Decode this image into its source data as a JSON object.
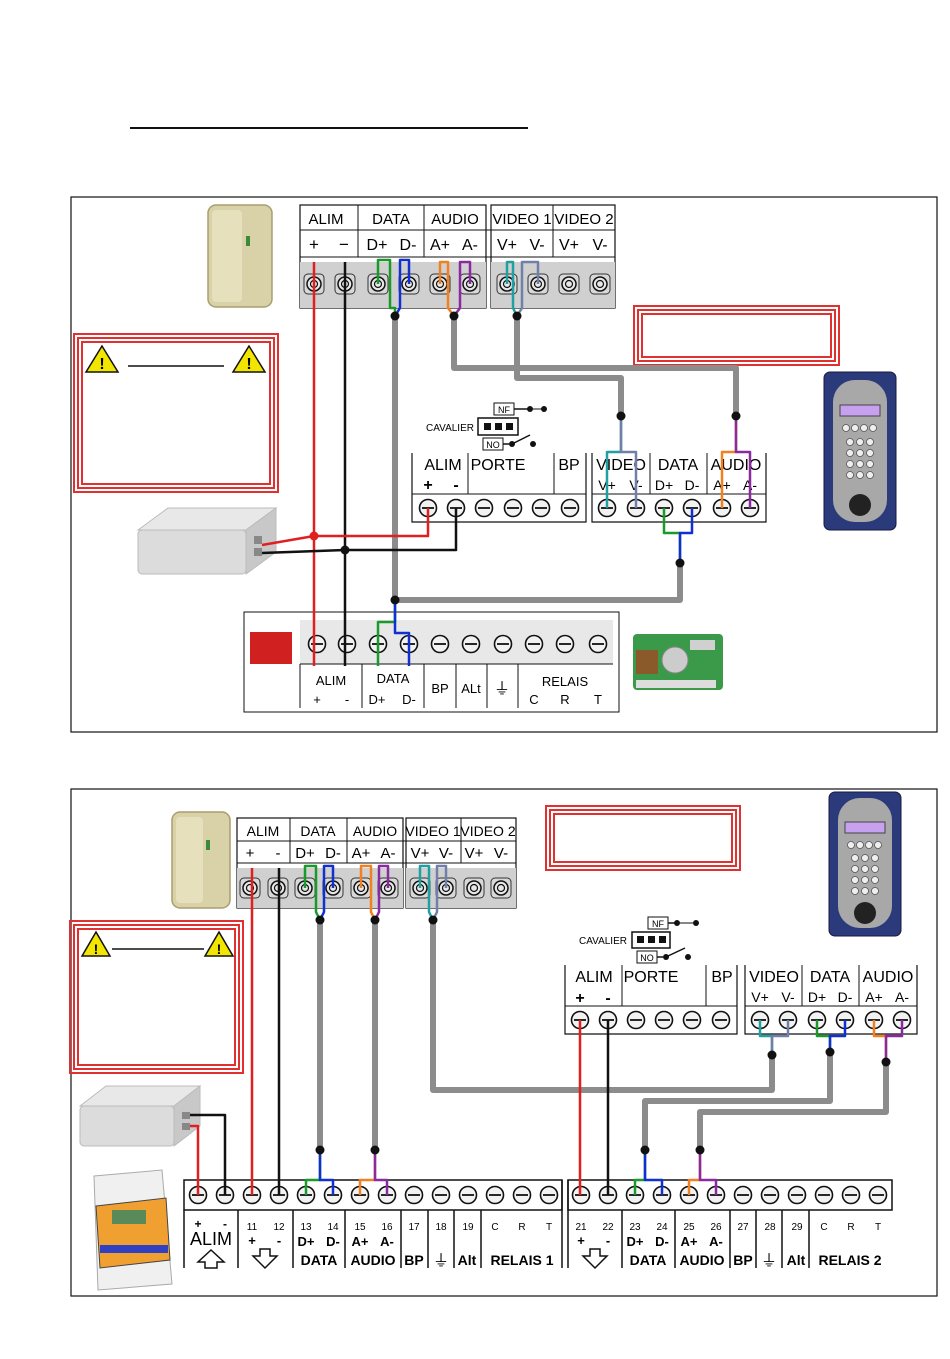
{
  "colors": {
    "red": "#e02020",
    "black": "#111111",
    "green": "#1a9a2a",
    "blue": "#1030d0",
    "orange": "#f08020",
    "purple": "#8a2aa0",
    "teal": "#20a0a0",
    "slate": "#7080a8",
    "grey": "#8c8c8c",
    "warn_red": "#e03030",
    "warn_yellow": "#f2e600"
  },
  "diagram1": {
    "bus": {
      "groups": [
        "ALIM",
        "DATA",
        "AUDIO",
        "VIDEO 1",
        "VIDEO 2"
      ],
      "signs": [
        "+",
        "−",
        "D+",
        "D-",
        "A+",
        "A-",
        "V+",
        "V-",
        "V+",
        "V-"
      ]
    },
    "cavalier": {
      "label": "CAVALIER",
      "nf": "NF",
      "no": "NO"
    },
    "module": {
      "groups": [
        "ALIM",
        "PORTE",
        "BP"
      ],
      "signs": [
        "+",
        "-"
      ]
    },
    "panel_block": {
      "groups": [
        "VIDEO",
        "DATA",
        "AUDIO"
      ],
      "signs": [
        "V+",
        "V-",
        "D+",
        "D-",
        "A+",
        "A-"
      ]
    },
    "controller": {
      "groups": [
        "ALIM",
        "DATA",
        "BP",
        "ALt",
        "RELAIS"
      ],
      "signs": [
        "+",
        "-",
        "D+",
        "D-",
        "C",
        "R",
        "T"
      ]
    }
  },
  "diagram2": {
    "bus": {
      "groups": [
        "ALIM",
        "DATA",
        "AUDIO",
        "VIDEO 1",
        "VIDEO 2"
      ],
      "signs": [
        "+",
        "-",
        "D+",
        "D-",
        "A+",
        "A-",
        "V+",
        "V-",
        "V+",
        "V-"
      ]
    },
    "cavalier": {
      "label": "CAVALIER",
      "nf": "NF",
      "no": "NO"
    },
    "module": {
      "groups": [
        "ALIM",
        "PORTE",
        "BP"
      ],
      "signs": [
        "+",
        "-"
      ]
    },
    "panel_block": {
      "groups": [
        "VIDEO",
        "DATA",
        "AUDIO"
      ],
      "signs": [
        "V+",
        "V-",
        "D+",
        "D-",
        "A+",
        "A-"
      ]
    },
    "central": {
      "numbers": [
        "11",
        "12",
        "13",
        "14",
        "15",
        "16",
        "17",
        "18",
        "19",
        "C",
        "R",
        "T",
        "21",
        "22",
        "23",
        "24",
        "25",
        "26",
        "27",
        "28",
        "29",
        "C",
        "R",
        "T"
      ],
      "signs": [
        "+",
        "-",
        "+",
        "-",
        "D+",
        "D-",
        "A+",
        "A-",
        "+",
        "-",
        "D+",
        "D-",
        "A+",
        "A-"
      ],
      "groups": [
        "ALIM",
        "DATA",
        "AUDIO",
        "BP",
        "Alt",
        "RELAIS 1",
        "DATA",
        "AUDIO",
        "BP",
        "Alt",
        "RELAIS 2"
      ]
    }
  }
}
